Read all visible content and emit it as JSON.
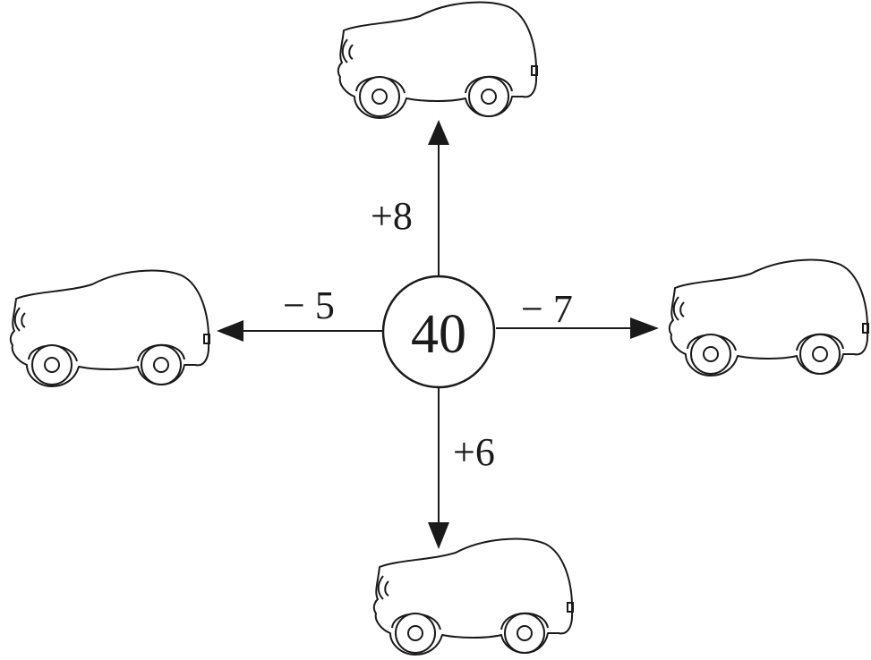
{
  "center": {
    "value": "40"
  },
  "operations": {
    "up": "+8",
    "left": "− 5",
    "right": "− 7",
    "down": "+6"
  },
  "cars": [
    "car-up",
    "car-left",
    "car-right",
    "car-down"
  ]
}
